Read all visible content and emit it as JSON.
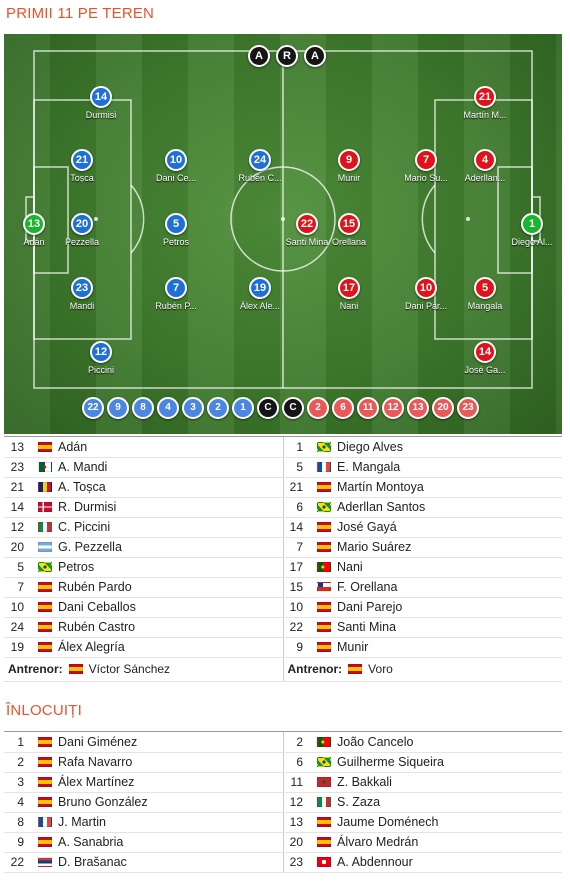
{
  "section_titles": {
    "lineups": "PRIMII 11 PE TEREN",
    "subs": "ÎNLOCUIȚI"
  },
  "referees": [
    "A",
    "R",
    "A"
  ],
  "home_players_pitch": [
    {
      "num": "14",
      "name": "Durmisi"
    },
    {
      "num": "21",
      "name": "Toșca"
    },
    {
      "num": "10",
      "name": "Dani Ce..."
    },
    {
      "num": "24",
      "name": "Rubén C..."
    },
    {
      "num": "13",
      "name": "Adán"
    },
    {
      "num": "20",
      "name": "Pezzella"
    },
    {
      "num": "5",
      "name": "Petros"
    },
    {
      "num": "23",
      "name": "Mandi"
    },
    {
      "num": "7",
      "name": "Rubén P..."
    },
    {
      "num": "19",
      "name": "Álex Ale..."
    },
    {
      "num": "12",
      "name": "Piccini"
    }
  ],
  "away_players_pitch": [
    {
      "num": "21",
      "name": "Martín M..."
    },
    {
      "num": "9",
      "name": "Munir"
    },
    {
      "num": "7",
      "name": "Mario Su..."
    },
    {
      "num": "4",
      "name": "Aderllan..."
    },
    {
      "num": "22",
      "name": "Santi Mina"
    },
    {
      "num": "15",
      "name": "Orellana"
    },
    {
      "num": "1",
      "name": "Diego Al..."
    },
    {
      "num": "17",
      "name": "Nani"
    },
    {
      "num": "10",
      "name": "Dani Par..."
    },
    {
      "num": "5",
      "name": "Mangala"
    },
    {
      "num": "14",
      "name": "José Ga..."
    }
  ],
  "bench_home": [
    "22",
    "9",
    "8",
    "4",
    "3",
    "2",
    "1"
  ],
  "bench_home_coach": "C",
  "bench_away_coach": "C",
  "bench_away": [
    "2",
    "6",
    "11",
    "12",
    "13",
    "20",
    "23"
  ],
  "colors": {
    "home": "#1f6fd8",
    "away": "#e0121a",
    "goalkeeper": "#19b52d",
    "title": "#e8532b"
  },
  "lineup_rows": [
    {
      "hn": "13",
      "hf": "es",
      "hname": "Adán",
      "an": "1",
      "af": "br",
      "aname": "Diego Alves"
    },
    {
      "hn": "23",
      "hf": "dz",
      "hname": "A. Mandi",
      "an": "5",
      "af": "fr",
      "aname": "E. Mangala"
    },
    {
      "hn": "21",
      "hf": "ro",
      "hname": "A. Toșca",
      "an": "21",
      "af": "es",
      "aname": "Martín Montoya"
    },
    {
      "hn": "14",
      "hf": "dk",
      "hname": "R. Durmisi",
      "an": "6",
      "af": "br",
      "aname": "Aderllan Santos"
    },
    {
      "hn": "12",
      "hf": "it",
      "hname": "C. Piccini",
      "an": "14",
      "af": "es",
      "aname": "José Gayá"
    },
    {
      "hn": "20",
      "hf": "ar",
      "hname": "G. Pezzella",
      "an": "7",
      "af": "es",
      "aname": "Mario Suárez"
    },
    {
      "hn": "5",
      "hf": "br",
      "hname": "Petros",
      "an": "17",
      "af": "pt",
      "aname": "Nani"
    },
    {
      "hn": "7",
      "hf": "es",
      "hname": "Rubén Pardo",
      "an": "15",
      "af": "cl",
      "aname": "F. Orellana"
    },
    {
      "hn": "10",
      "hf": "es",
      "hname": "Dani Ceballos",
      "an": "10",
      "af": "es",
      "aname": "Dani Parejo"
    },
    {
      "hn": "24",
      "hf": "es",
      "hname": "Rubén Castro",
      "an": "22",
      "af": "es",
      "aname": "Santi Mina"
    },
    {
      "hn": "19",
      "hf": "es",
      "hname": "Álex Alegría",
      "an": "9",
      "af": "es",
      "aname": "Munir"
    }
  ],
  "coach_label": "Antrenor:",
  "home_coach": {
    "flag": "es",
    "name": "Víctor Sánchez"
  },
  "away_coach": {
    "flag": "es",
    "name": "Voro"
  },
  "sub_rows": [
    {
      "hn": "1",
      "hf": "es",
      "hname": "Dani Giménez",
      "an": "2",
      "af": "pt",
      "aname": "João Cancelo"
    },
    {
      "hn": "2",
      "hf": "es",
      "hname": "Rafa Navarro",
      "an": "6",
      "af": "br",
      "aname": "Guilherme Siqueira"
    },
    {
      "hn": "3",
      "hf": "es",
      "hname": "Álex Martínez",
      "an": "11",
      "af": "ma",
      "aname": "Z. Bakkali"
    },
    {
      "hn": "4",
      "hf": "es",
      "hname": "Bruno González",
      "an": "12",
      "af": "it",
      "aname": "S. Zaza"
    },
    {
      "hn": "8",
      "hf": "fr",
      "hname": "J. Martin",
      "an": "13",
      "af": "es",
      "aname": "Jaume Doménech"
    },
    {
      "hn": "9",
      "hf": "es",
      "hname": "A. Sanabria",
      "an": "20",
      "af": "es",
      "aname": "Álvaro Medrán"
    },
    {
      "hn": "22",
      "hf": "rs",
      "hname": "D. Brašanac",
      "an": "23",
      "af": "tn",
      "aname": "A. Abdennour"
    }
  ]
}
